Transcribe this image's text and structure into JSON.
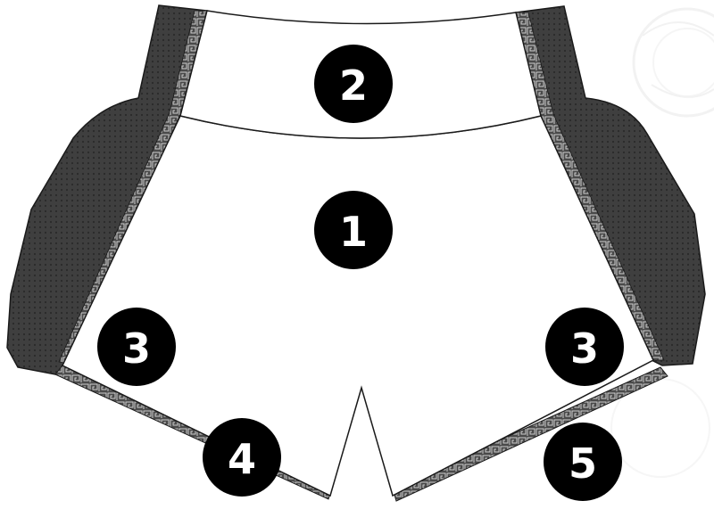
{
  "diagram": {
    "colors": {
      "panel": "#3c3c3c",
      "body": "#ffffff",
      "outline": "#1a1a1a",
      "callout": "#000000",
      "watermark": "#e6e6e6"
    },
    "callouts": [
      {
        "id": "1",
        "label": "1",
        "region": "front-body"
      },
      {
        "id": "2",
        "label": "2",
        "region": "waistband"
      },
      {
        "id": "3a",
        "label": "3",
        "region": "left-leg-panel"
      },
      {
        "id": "3b",
        "label": "3",
        "region": "right-leg-panel"
      },
      {
        "id": "4",
        "label": "4",
        "region": "left-hem-trim"
      },
      {
        "id": "5",
        "label": "5",
        "region": "right-hem-trim"
      }
    ]
  }
}
